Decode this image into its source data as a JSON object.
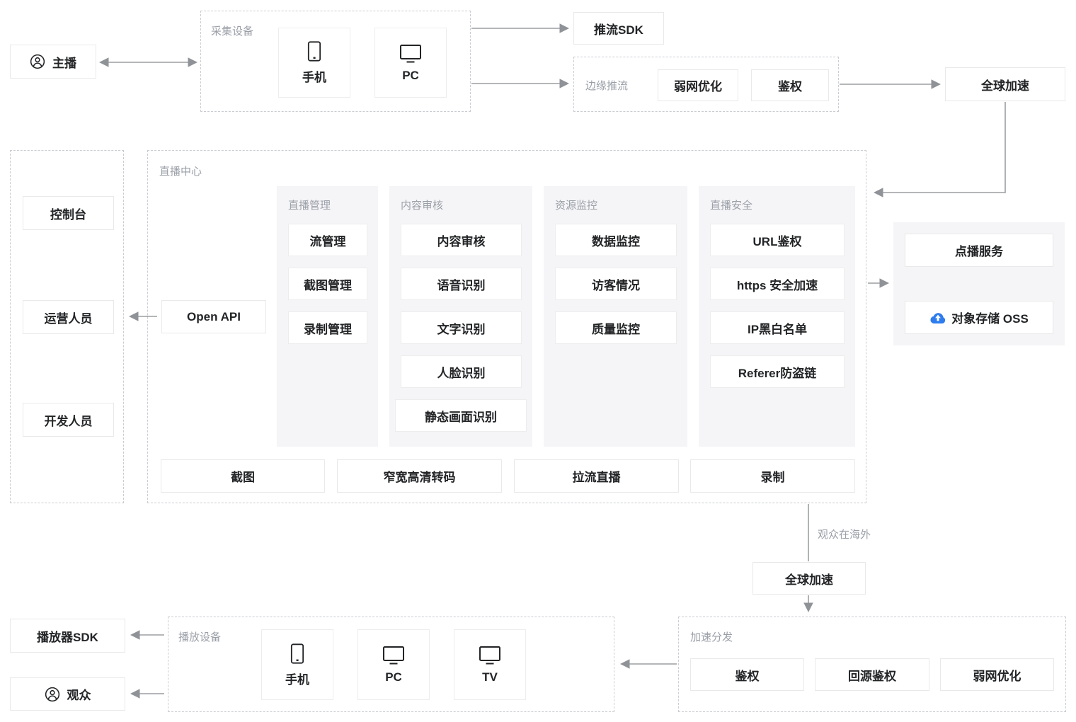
{
  "colors": {
    "accent_blue": "#2e7cee",
    "arrow_gray": "#8f9296",
    "label_gray": "#9a9fa7",
    "node_border": "#e9e9e9",
    "panel_bg": "#f5f5f7",
    "text": "#222426"
  },
  "top": {
    "anchor_label": "主播",
    "capture_group_label": "采集设备",
    "capture_devices": [
      "手机",
      "PC"
    ],
    "push_sdk_label": "推流SDK",
    "edge_push_group_label": "边缘推流",
    "edge_push_items": [
      "弱网优化",
      "鉴权"
    ],
    "global_accel_label": "全球加速"
  },
  "left_panel": {
    "items": [
      "控制台",
      "运营人员",
      "开发人员"
    ]
  },
  "live_center": {
    "group_label": "直播中心",
    "open_api_label": "Open API",
    "columns": [
      {
        "label": "直播管理",
        "items": [
          "流管理",
          "截图管理",
          "录制管理"
        ]
      },
      {
        "label": "内容审核",
        "items": [
          "内容审核",
          "语音识别",
          "文字识别",
          "人脸识别",
          "静态画面识别"
        ]
      },
      {
        "label": "资源监控",
        "items": [
          "数据监控",
          "访客情况",
          "质量监控"
        ]
      },
      {
        "label": "直播安全",
        "items": [
          "URL鉴权",
          "https 安全加速",
          "IP黑白名单",
          "Referer防盗链"
        ]
      }
    ],
    "bottom_items": [
      "截图",
      "窄宽高清转码",
      "拉流直播",
      "录制"
    ]
  },
  "vod_panel": {
    "vod_label": "点播服务",
    "oss_label": "对象存储 OSS"
  },
  "south": {
    "overseas_note": "观众在海外",
    "global_accel_label": "全球加速",
    "dist_group_label": "加速分发",
    "dist_items": [
      "鉴权",
      "回源鉴权",
      "弱网优化"
    ],
    "play_group_label": "播放设备",
    "play_devices": [
      "手机",
      "PC",
      "TV"
    ],
    "player_sdk_label": "播放器SDK",
    "audience_label": "观众"
  }
}
